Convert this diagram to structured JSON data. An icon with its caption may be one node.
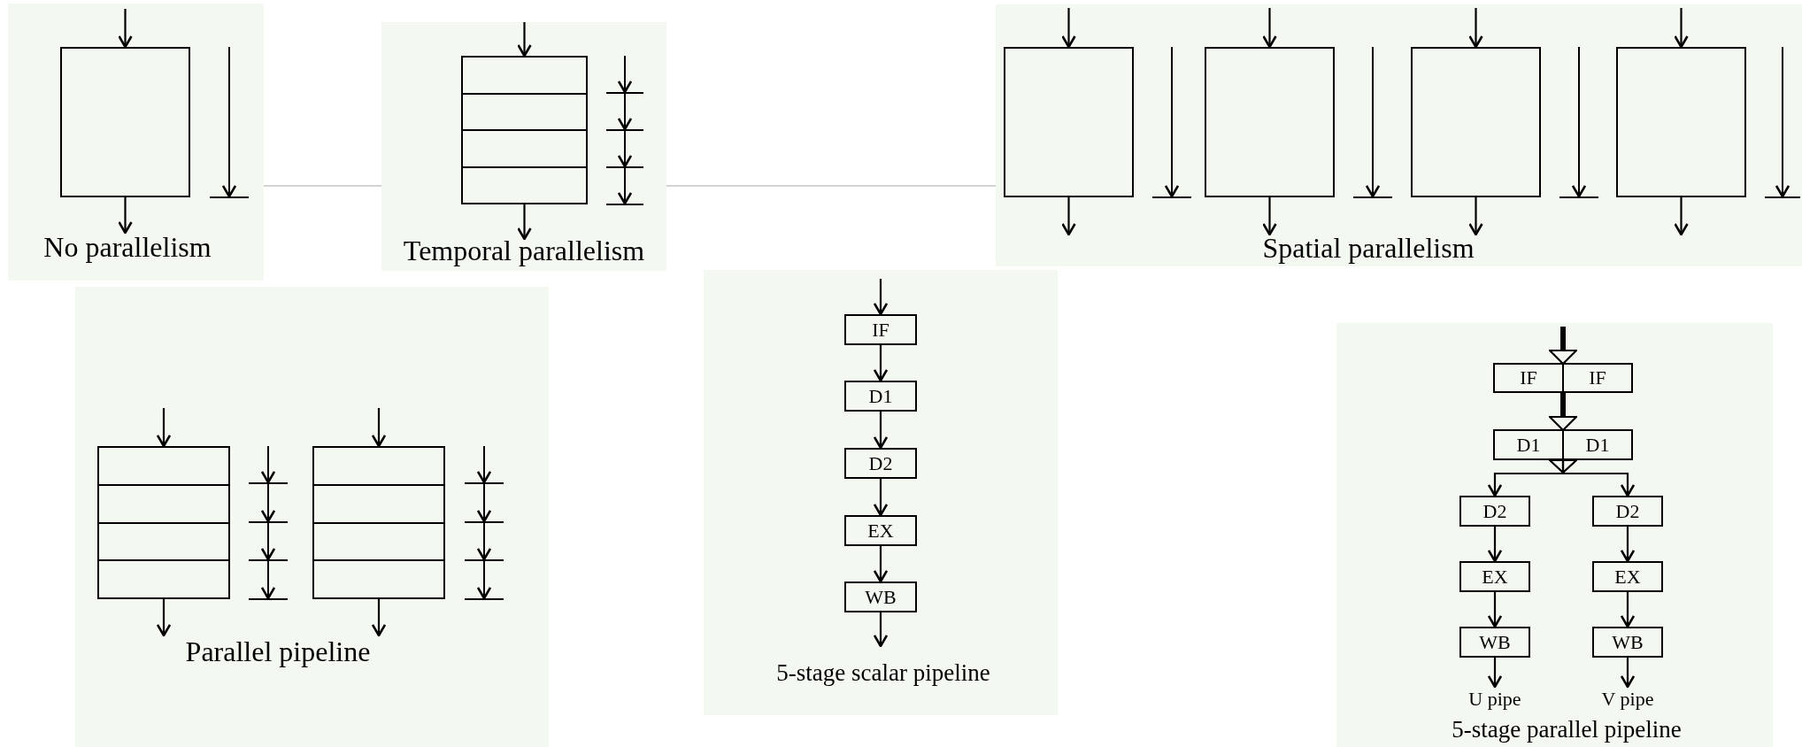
{
  "diagram": {
    "nodes": [
      {
        "text": [
          "No parallelism"
        ]
      },
      {
        "text": [],
        "shape": "box",
        "in": 0
      },
      {
        "text": [
          "Temporal parallelism"
        ]
      },
      {
        "text": [],
        "shape": "box",
        "in": 2
      },
      {
        "text": [
          "Spatial parallelism"
        ]
      },
      {
        "text": [],
        "shape": "box",
        "in": 4
      },
      {
        "text": [],
        "shape": "box",
        "in": 4
      },
      {
        "text": [],
        "shape": "box",
        "in": 4
      },
      {
        "text": [],
        "shape": "box",
        "in": 4
      },
      {
        "text": [
          "Parallel pipeline"
        ]
      },
      {
        "text": [],
        "shape": "box",
        "in": 9
      },
      {
        "text": [],
        "shape": "box",
        "in": 9
      },
      {
        "text": [
          "5-stage scalar pipeline"
        ]
      },
      {
        "text": [
          "IF"
        ],
        "in": 12
      },
      {
        "text": [
          "D1"
        ],
        "in": 12
      },
      {
        "text": [
          "D2"
        ],
        "in": 12
      },
      {
        "text": [
          "EX"
        ],
        "in": 12
      },
      {
        "text": [
          "WB"
        ],
        "in": 12
      },
      {
        "text": [
          "5-stage parallel pipeline"
        ]
      },
      {
        "text": [
          "IF",
          "IF"
        ],
        "in": 18
      },
      {
        "text": [
          "D1",
          "D1"
        ],
        "in": 18
      },
      {
        "text": [
          "D2"
        ],
        "in": 18
      },
      {
        "text": [
          "D2"
        ],
        "in": 18
      },
      {
        "text": [
          "EX"
        ],
        "in": 18
      },
      {
        "text": [
          "EX"
        ],
        "in": 18
      },
      {
        "text": [
          "WB"
        ],
        "in": 18
      },
      {
        "text": [
          "WB"
        ],
        "in": 18
      },
      {
        "text": [
          "U pipe"
        ],
        "in": 18
      },
      {
        "text": [
          "V pipe"
        ],
        "in": 18
      }
    ],
    "edges": [
      {
        "from": 0,
        "to": 2,
        "arrow": "none",
        "color": "#a8a8a8"
      },
      {
        "from": 2,
        "to": 4,
        "arrow": "none",
        "color": "#a8a8a8"
      },
      {
        "from": null,
        "to": 1,
        "arrow": "to"
      },
      {
        "from": 1,
        "to": null,
        "arrow": "to"
      },
      {
        "from": null,
        "to": 3,
        "arrow": "to"
      },
      {
        "from": 3,
        "to": null,
        "arrow": "to"
      },
      {
        "from": null,
        "to": 5,
        "arrow": "to"
      },
      {
        "from": 5,
        "to": null,
        "arrow": "to"
      },
      {
        "from": null,
        "to": 6,
        "arrow": "to"
      },
      {
        "from": 6,
        "to": null,
        "arrow": "to"
      },
      {
        "from": null,
        "to": 7,
        "arrow": "to"
      },
      {
        "from": 7,
        "to": null,
        "arrow": "to"
      },
      {
        "from": null,
        "to": 8,
        "arrow": "to"
      },
      {
        "from": 8,
        "to": null,
        "arrow": "to"
      },
      {
        "from": null,
        "to": 10,
        "arrow": "to"
      },
      {
        "from": 10,
        "to": null,
        "arrow": "to"
      },
      {
        "from": null,
        "to": 11,
        "arrow": "to"
      },
      {
        "from": 11,
        "to": null,
        "arrow": "to"
      },
      {
        "from": null,
        "to": 13,
        "arrow": "to"
      },
      {
        "from": 13,
        "to": 14,
        "arrow": "to"
      },
      {
        "from": 14,
        "to": 15,
        "arrow": "to"
      },
      {
        "from": 15,
        "to": 16,
        "arrow": "to"
      },
      {
        "from": 16,
        "to": 17,
        "arrow": "to"
      },
      {
        "from": 17,
        "to": null,
        "arrow": "to"
      },
      {
        "from": null,
        "to": 19,
        "arrow": "to",
        "style": "thick"
      },
      {
        "from": 19,
        "to": 20,
        "arrow": "to",
        "style": "thick"
      },
      {
        "from": 20,
        "to": 21,
        "arrow": "to"
      },
      {
        "from": 20,
        "to": 22,
        "arrow": "to"
      },
      {
        "from": 21,
        "to": 23,
        "arrow": "to"
      },
      {
        "from": 22,
        "to": 24,
        "arrow": "to"
      },
      {
        "from": 23,
        "to": 25,
        "arrow": "to"
      },
      {
        "from": 24,
        "to": 26,
        "arrow": "to"
      },
      {
        "from": 25,
        "to": 27,
        "arrow": "to"
      },
      {
        "from": 26,
        "to": 28,
        "arrow": "to"
      }
    ]
  }
}
